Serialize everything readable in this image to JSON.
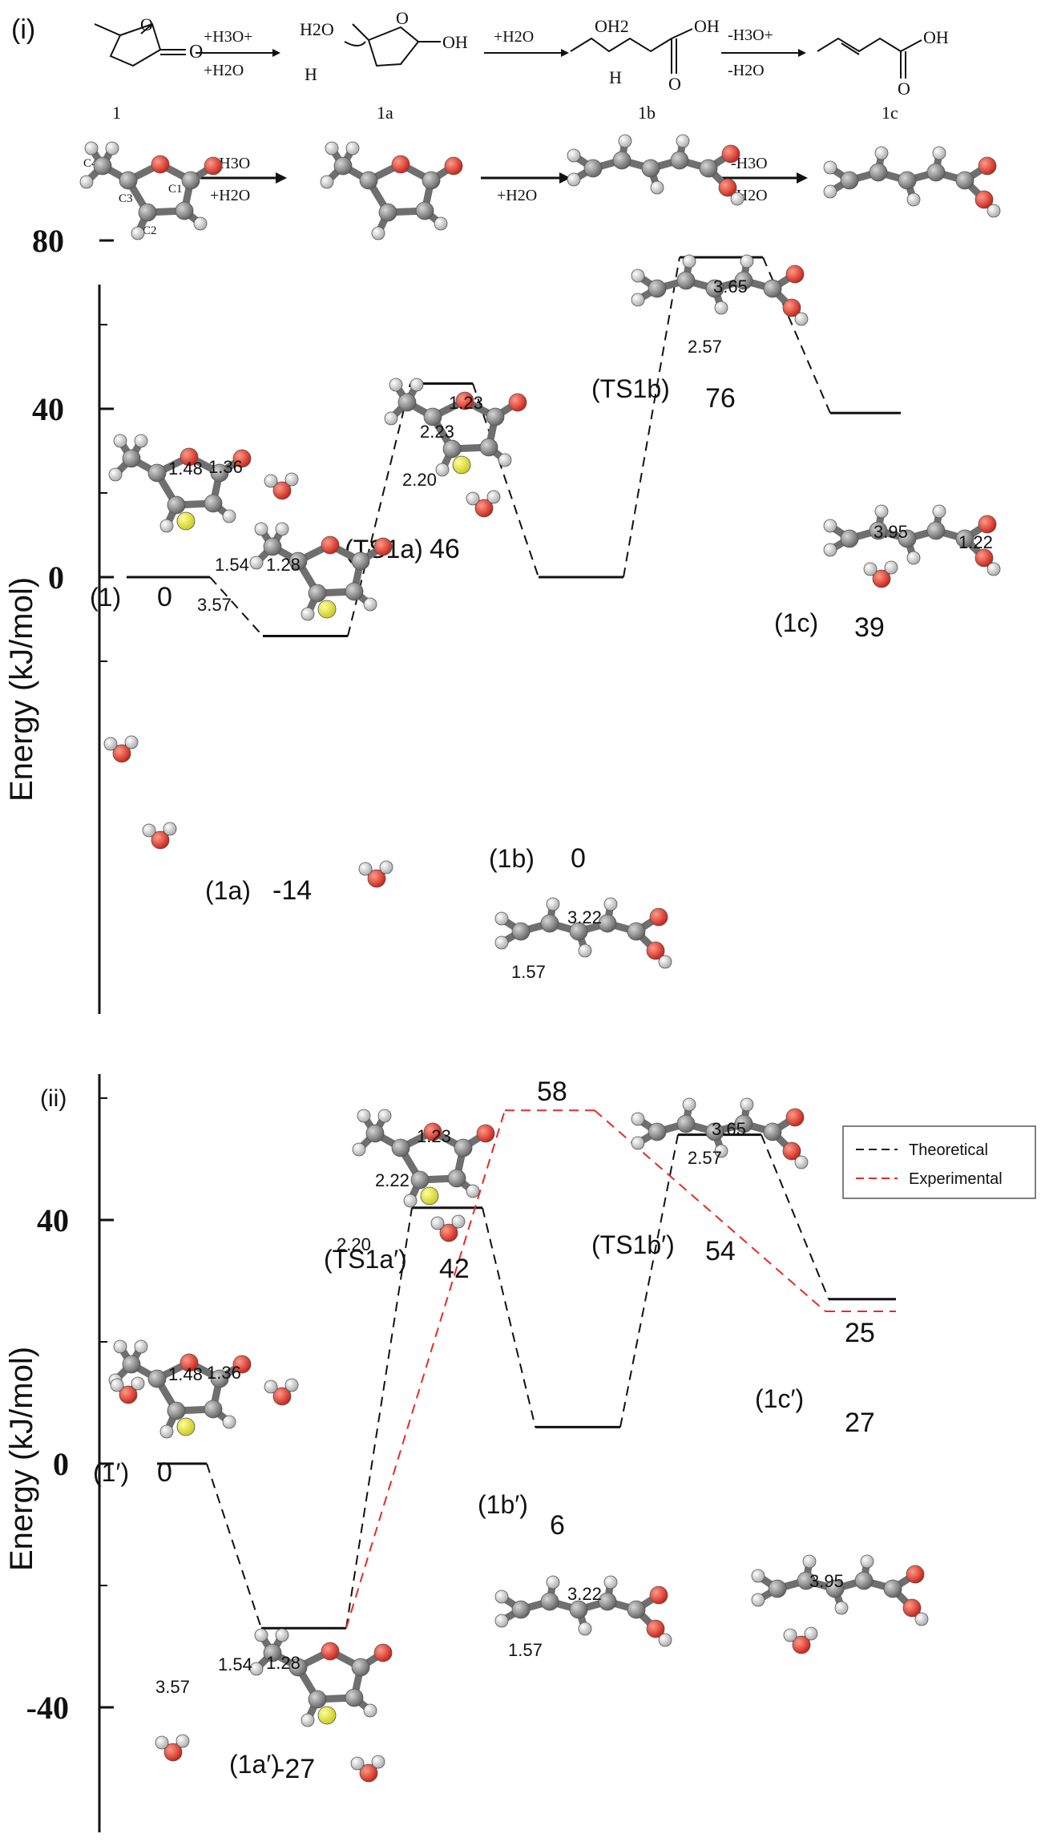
{
  "panel_i": {
    "label": "(i)",
    "scheme": {
      "labels": [
        "1",
        "1a",
        "1b",
        "1c"
      ],
      "arrow1": {
        "top": "+H3O+",
        "bottom": "+H2O"
      },
      "arrow2": {
        "top": "+H2O"
      },
      "arrow3": {
        "top": "-H3O+",
        "bottom": "-H2O"
      },
      "water": "H2O",
      "oh_group": "OH",
      "oh2_group": "OH2",
      "o_atom": "O",
      "h_atom": "H",
      "ball_arrow1": {
        "top": "+H3O",
        "bottom": "+H2O"
      },
      "ball_arrow2": {
        "bottom": "+H2O"
      },
      "ball_arrow3": {
        "top": "-H3O",
        "bottom": "-H2O"
      },
      "carbon_labels": [
        "C4",
        "C3",
        "C2",
        "C1"
      ]
    },
    "y_axis": {
      "label": "Energy (kJ/mol)",
      "ticks": [
        "80",
        "40",
        "0"
      ]
    },
    "levels": [
      {
        "name": "(1)",
        "value": "0"
      },
      {
        "name": "(1a)",
        "value": "-14"
      },
      {
        "name": "(TS1a)",
        "value": "46"
      },
      {
        "name": "(1b)",
        "value": "0"
      },
      {
        "name": "(TS1b)",
        "value": "76"
      },
      {
        "name": "(1c)",
        "value": "39"
      }
    ],
    "bond_distances": [
      "1.48",
      "1.36",
      "1.54",
      "1.28",
      "3.57",
      "2.20",
      "2.23",
      "1.23",
      "3.22",
      "1.57",
      "3.65",
      "2.57",
      "3.95",
      "1.22"
    ]
  },
  "panel_ii": {
    "label": "(ii)",
    "y_axis": {
      "label": "Energy (kJ/mol)",
      "ticks": [
        "40",
        "0",
        "-40"
      ]
    },
    "levels": [
      {
        "name": "(1′)",
        "value": "0"
      },
      {
        "name": "(1a′)",
        "value": "-27"
      },
      {
        "name": "(TS1a′)",
        "value": "42"
      },
      {
        "name": "(1b′)",
        "value": "6"
      },
      {
        "name": "(TS1b′)",
        "value": "54"
      },
      {
        "name": "(1c′)",
        "value": "27"
      }
    ],
    "experimental_levels": [
      "58",
      "25"
    ],
    "bond_distances": [
      "1.48",
      "1.36",
      "1.54",
      "1.28",
      "3.57",
      "2.20",
      "2.22",
      "1.23",
      "3.22",
      "1.57",
      "3.65",
      "2.57",
      "3.95"
    ],
    "legend": [
      {
        "label": "Theoretical",
        "color": "#222222"
      },
      {
        "label": "Experimental",
        "color": "#e8292b"
      }
    ]
  },
  "colors": {
    "carbon": "#8a8a8a",
    "oxygen": "#e53024",
    "hydrogen": "#f0f0f0",
    "sulfur_marker": "#e6e62a",
    "experimental": "#e8292b"
  }
}
